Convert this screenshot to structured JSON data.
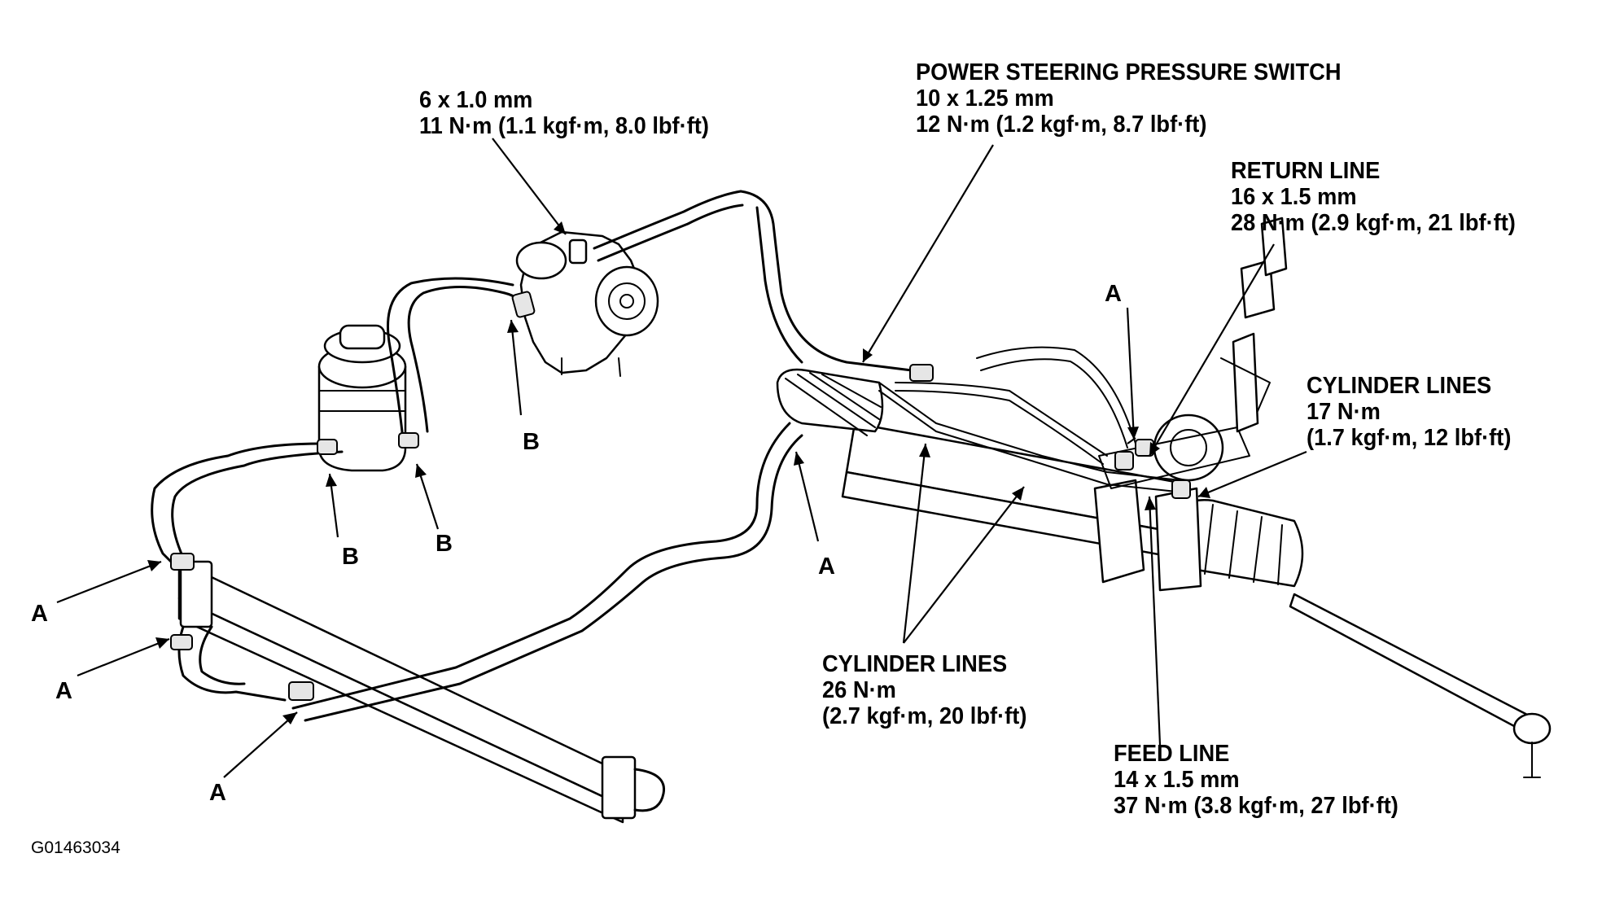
{
  "callouts": {
    "pump_bolt": {
      "lines": [
        "6 x 1.0 mm",
        "11 N·m (1.1 kgf·m, 8.0 lbf·ft)"
      ]
    },
    "pressure_switch": {
      "lines": [
        "POWER STEERING PRESSURE SWITCH",
        "10 x 1.25 mm",
        "12 N·m (1.2 kgf·m, 8.7 lbf·ft)"
      ]
    },
    "return_line": {
      "lines": [
        "RETURN LINE",
        "16 x 1.5 mm",
        "28 N·m (2.9 kgf·m, 21 lbf·ft)"
      ]
    },
    "cylinder_lines_17": {
      "lines": [
        "CYLINDER LINES",
        "17 N·m",
        "(1.7 kgf·m, 12 lbf·ft)"
      ]
    },
    "cylinder_lines_26": {
      "lines": [
        "CYLINDER LINES",
        "26 N·m",
        "(2.7 kgf·m, 20 lbf·ft)"
      ]
    },
    "feed_line": {
      "lines": [
        "FEED LINE",
        "14 x 1.5 mm",
        "37 N·m (3.8 kgf·m, 27 lbf·ft)"
      ]
    }
  },
  "letters": {
    "a": "A",
    "b": "B"
  },
  "figure_id": "G01463034"
}
